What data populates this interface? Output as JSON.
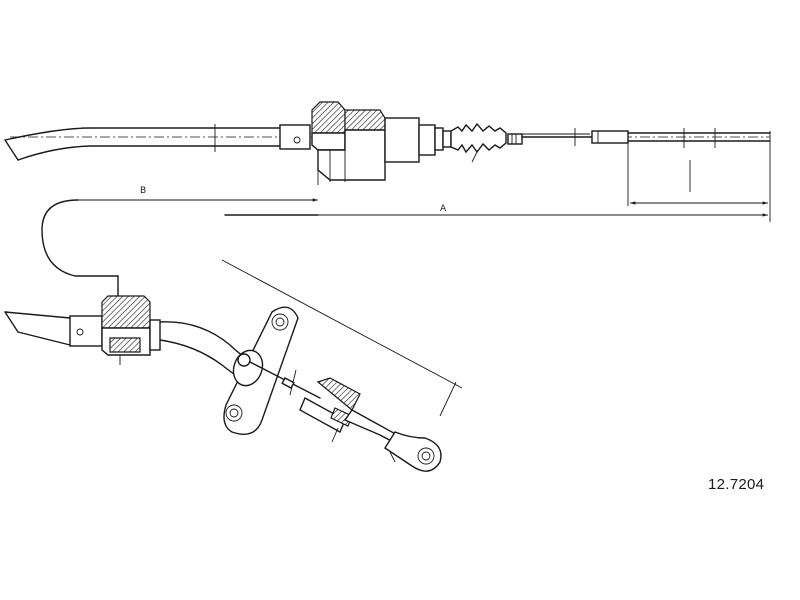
{
  "part_number": "12.7204",
  "dimensions": {
    "dim_a_label": "A",
    "dim_b_label": "B"
  },
  "colors": {
    "line": "#1a1a1a",
    "background": "#ffffff"
  }
}
